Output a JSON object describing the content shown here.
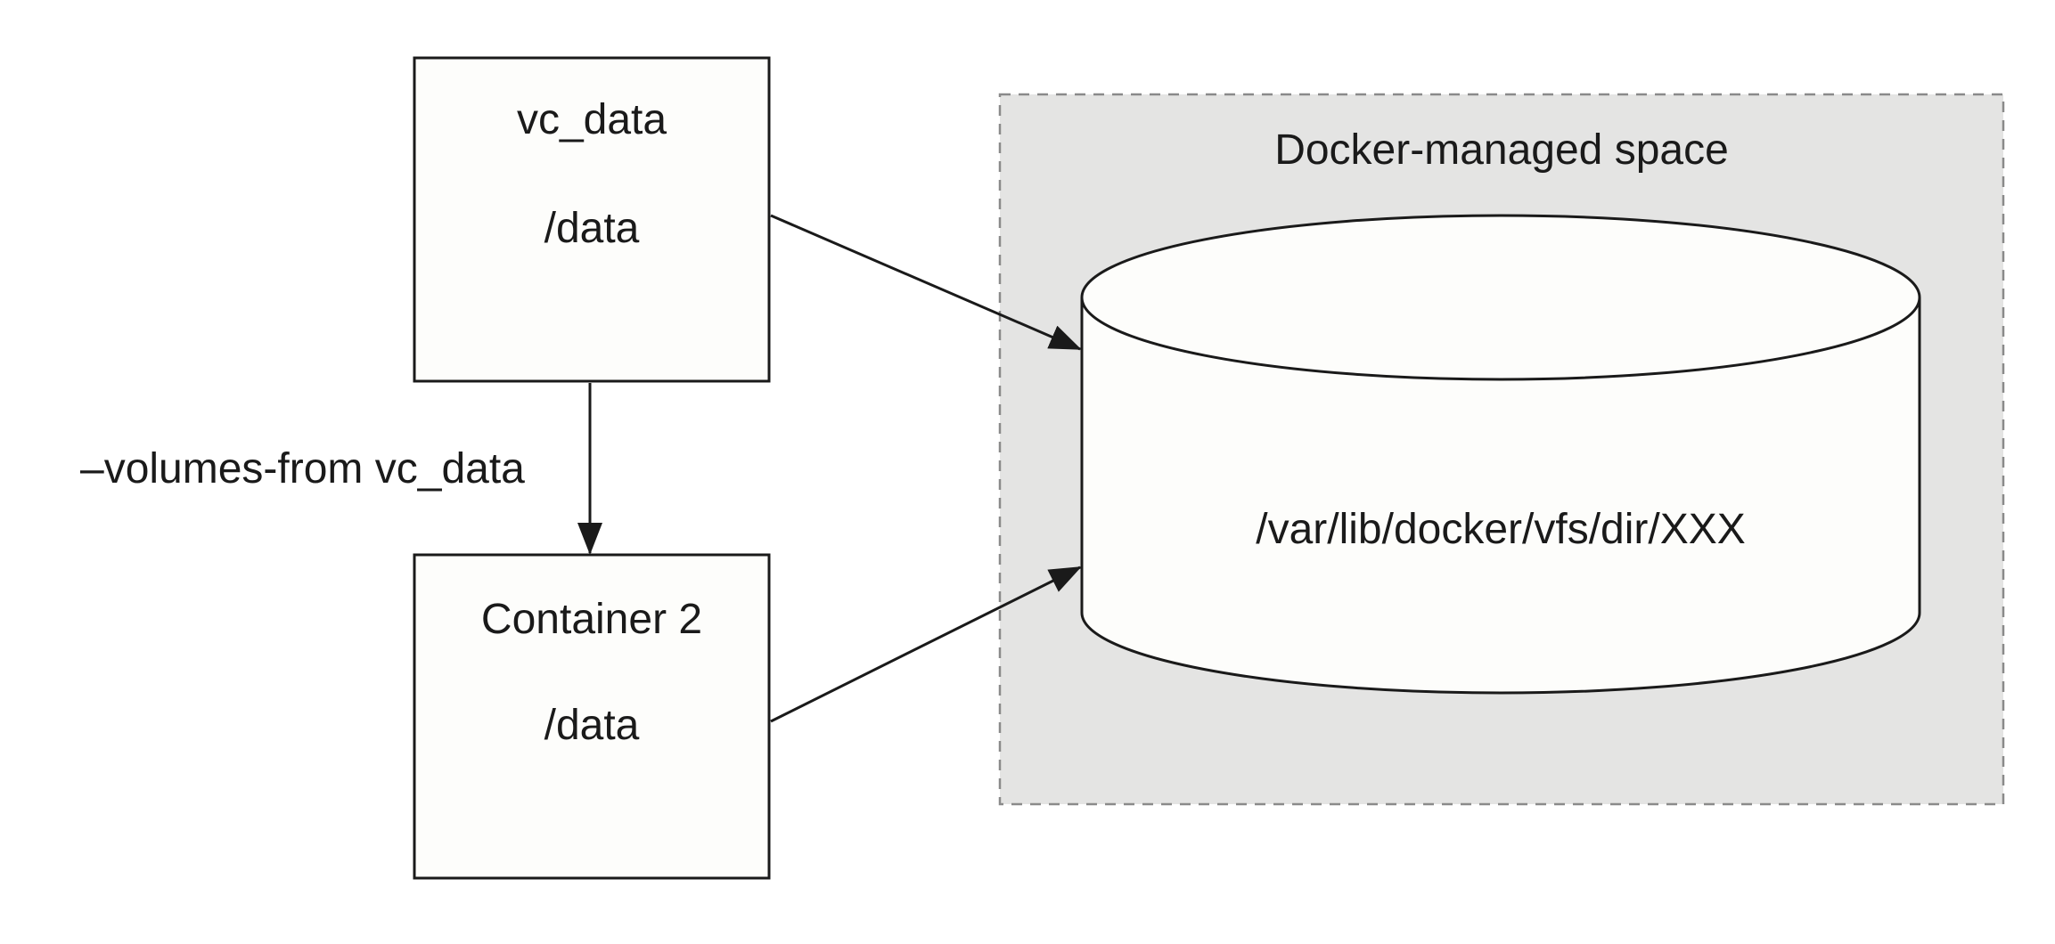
{
  "containers": {
    "vc_data": {
      "name": "vc_data",
      "mount": "/data"
    },
    "container2": {
      "name": "Container 2",
      "mount": "/data"
    }
  },
  "volumes_from_label": "–volumes-from vc_data",
  "docker_space": {
    "title": "Docker-managed space",
    "volume_path": "/var/lib/docker/vfs/dir/XXX"
  },
  "colors": {
    "box_fill": "#fdfdfb",
    "stroke": "#1a1a1a",
    "space_fill": "#e4e4e3",
    "space_border": "#8a8a8a"
  }
}
